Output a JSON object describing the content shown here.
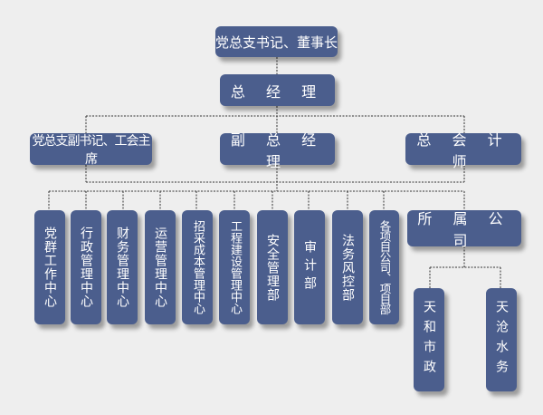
{
  "top": "党总支书记、董事长",
  "gm": "总 经 理",
  "level2": {
    "left": "党总支副书记、工会主席",
    "mid": "副 总 经 理",
    "right": "总 会 计 师"
  },
  "departments": [
    "党群工作中心",
    "行政管理中心",
    "财务管理中心",
    "运营管理中心",
    "招采成本管理中心",
    "工程建设管理中心",
    "安全管理部",
    "审计部",
    "法务风控部",
    "各项目公司、项目部"
  ],
  "subsidiaries": {
    "title": "所 属 公 司",
    "items": [
      "天和市政",
      "天沧水务"
    ]
  },
  "colors": {
    "box": "#4b5e8d",
    "background": "#eeeeee"
  }
}
